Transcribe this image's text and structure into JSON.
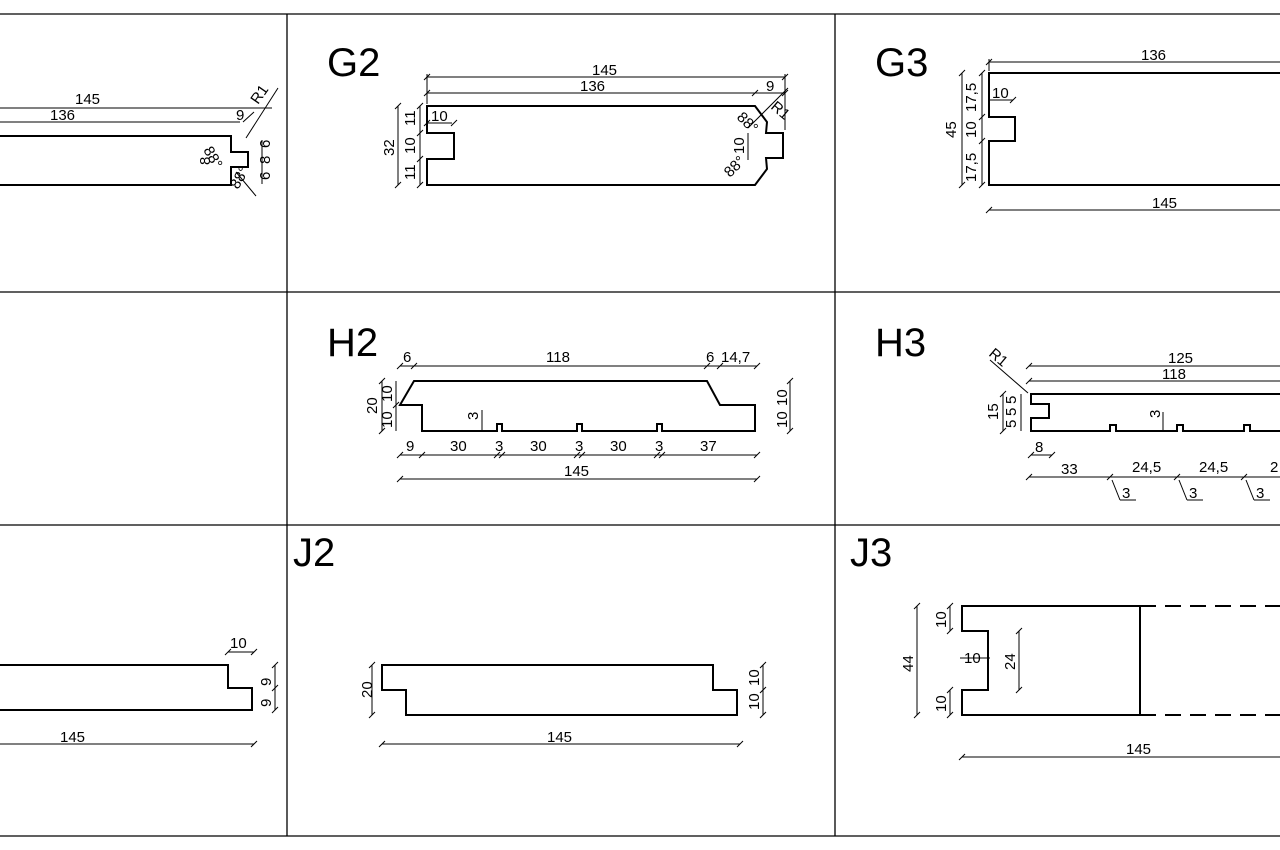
{
  "panels": {
    "g1": {
      "dims": [
        "145",
        "136",
        "9",
        "R1",
        "88°",
        "8",
        "8",
        "6",
        "6",
        "88°"
      ]
    },
    "g2": {
      "title": "G2",
      "dims": [
        "145",
        "136",
        "9",
        "R1",
        "88°",
        "32",
        "11",
        "10",
        "11",
        "10",
        "10",
        "88°"
      ]
    },
    "g3": {
      "title": "G3",
      "dims": [
        "136",
        "10",
        "17,5",
        "45",
        "10",
        "17,5",
        "145"
      ]
    },
    "h2": {
      "title": "H2",
      "dims": [
        "6",
        "118",
        "6",
        "14,7",
        "20",
        "10",
        "10",
        "3",
        "10",
        "10",
        "9",
        "30",
        "3",
        "30",
        "3",
        "30",
        "3",
        "37",
        "145"
      ]
    },
    "h3": {
      "title": "H3",
      "dims": [
        "R1",
        "125",
        "118",
        "15",
        "5",
        "5",
        "5",
        "3",
        "8",
        "33",
        "24,5",
        "24,5",
        "2",
        "3",
        "3",
        "3"
      ]
    },
    "j1": {
      "dims": [
        "10",
        "9",
        "9",
        "145"
      ]
    },
    "j2": {
      "title": "J2",
      "dims": [
        "20",
        "10",
        "10",
        "145"
      ]
    },
    "j3": {
      "title": "J3",
      "dims": [
        "10",
        "44",
        "10",
        "24",
        "10",
        "145"
      ]
    }
  }
}
